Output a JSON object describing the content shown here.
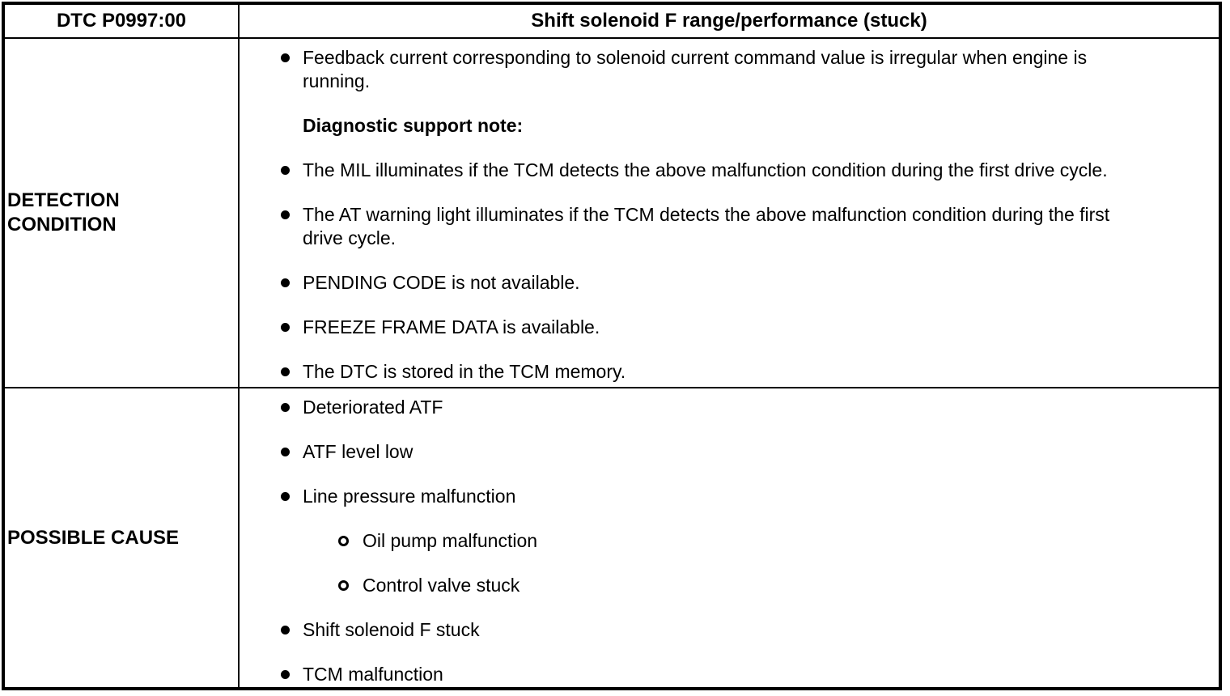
{
  "header": {
    "dtc_code": "DTC P0997:00",
    "title": "Shift solenoid F range/performance (stuck)"
  },
  "colors": {
    "text": "#000000",
    "background": "#ffffff",
    "border": "#000000"
  },
  "icons": {
    "bullet": "filled-circle",
    "sub_bullet": "open-circle"
  },
  "rows": [
    {
      "label": "DETECTION\nCONDITION",
      "items": [
        {
          "type": "bullet",
          "text": "Feedback current corresponding to solenoid current command value is irregular when engine is\nrunning."
        },
        {
          "type": "note-heading",
          "text": "Diagnostic support note:"
        },
        {
          "type": "bullet",
          "text": "The MIL illuminates if the TCM detects the above malfunction condition during the first drive cycle."
        },
        {
          "type": "bullet",
          "text": "The AT warning light illuminates if the TCM detects the above malfunction condition during the first\ndrive cycle."
        },
        {
          "type": "bullet",
          "text": "PENDING CODE is not available."
        },
        {
          "type": "bullet",
          "text": "FREEZE FRAME DATA is available."
        },
        {
          "type": "bullet",
          "text": "The DTC is stored in the TCM memory."
        }
      ]
    },
    {
      "label": "POSSIBLE CAUSE",
      "items": [
        {
          "type": "bullet",
          "text": "Deteriorated ATF"
        },
        {
          "type": "bullet",
          "text": "ATF level low"
        },
        {
          "type": "bullet",
          "text": "Line pressure malfunction"
        },
        {
          "type": "sub-bullet",
          "text": "Oil pump malfunction"
        },
        {
          "type": "sub-bullet",
          "text": "Control valve stuck"
        },
        {
          "type": "bullet",
          "text": "Shift solenoid F stuck"
        },
        {
          "type": "bullet",
          "text": "TCM malfunction"
        }
      ]
    }
  ]
}
